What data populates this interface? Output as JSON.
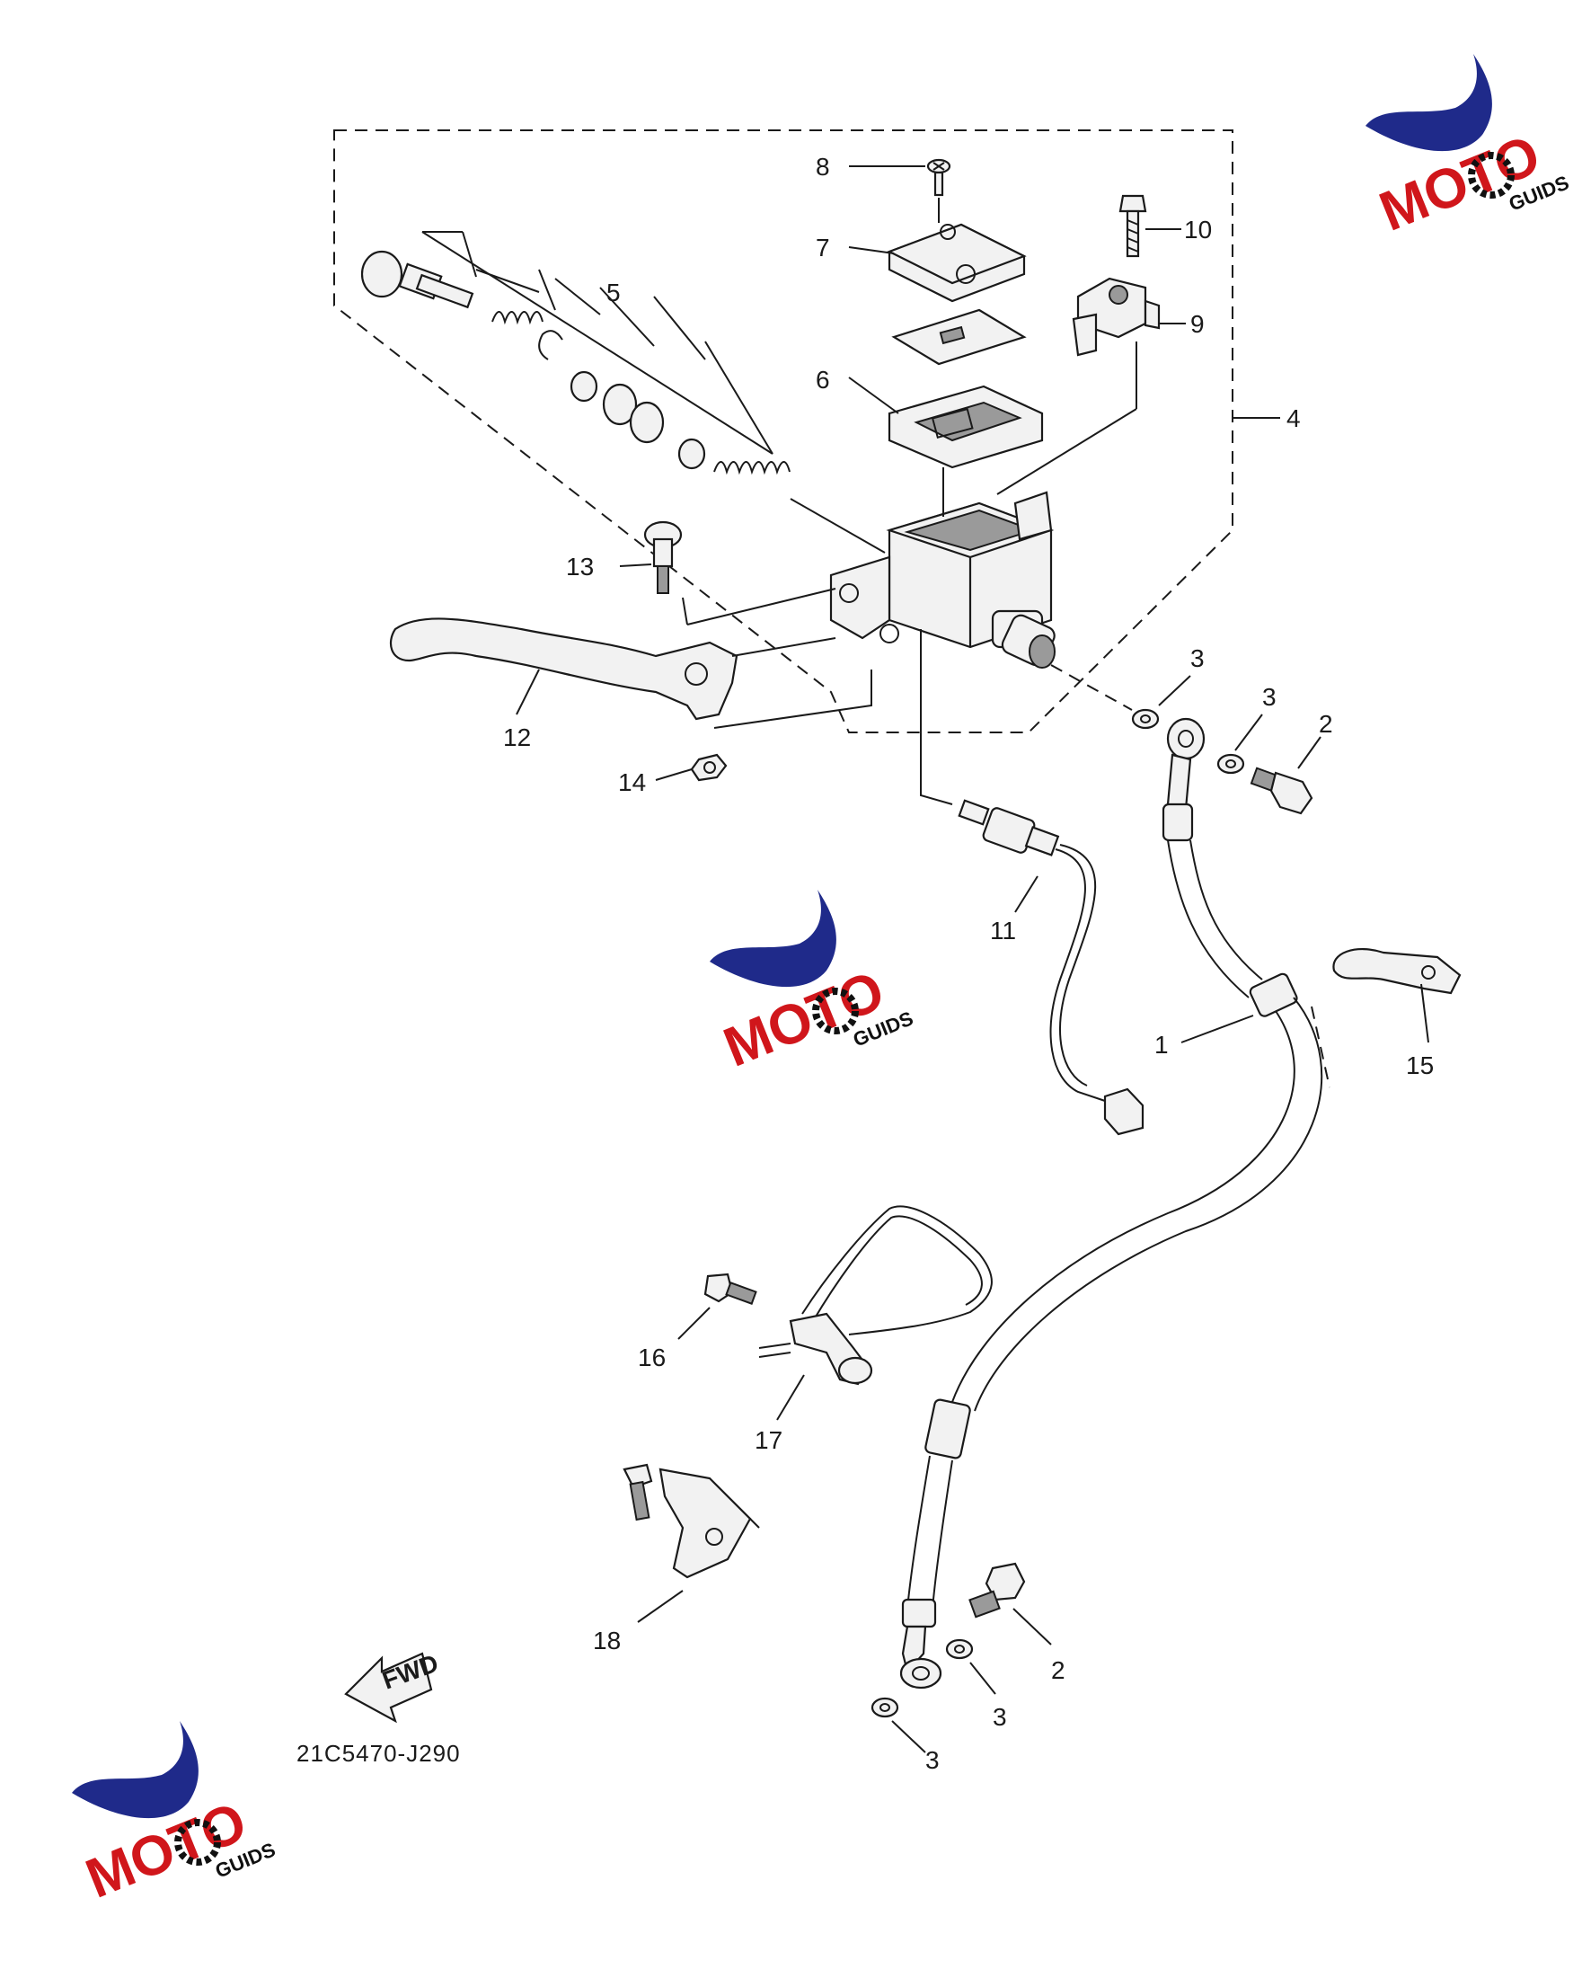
{
  "callouts": {
    "c1": "1",
    "c2a": "2",
    "c2b": "2",
    "c3a": "3",
    "c3b": "3",
    "c3c": "3",
    "c3d": "3",
    "c4": "4",
    "c5": "5",
    "c6": "6",
    "c7": "7",
    "c8": "8",
    "c9": "9",
    "c10": "10",
    "c11": "11",
    "c12": "12",
    "c13": "13",
    "c14": "14",
    "c15": "15",
    "c16": "16",
    "c17": "17",
    "c18": "18"
  },
  "fwd_label": "FWD",
  "diagram_code": "21C5470-J290",
  "watermark": {
    "text_main": "MOTO",
    "text_sub": "GUIDS",
    "colors": {
      "blue": "#1f2a8a",
      "red": "#d0161b",
      "black": "#111111"
    }
  }
}
